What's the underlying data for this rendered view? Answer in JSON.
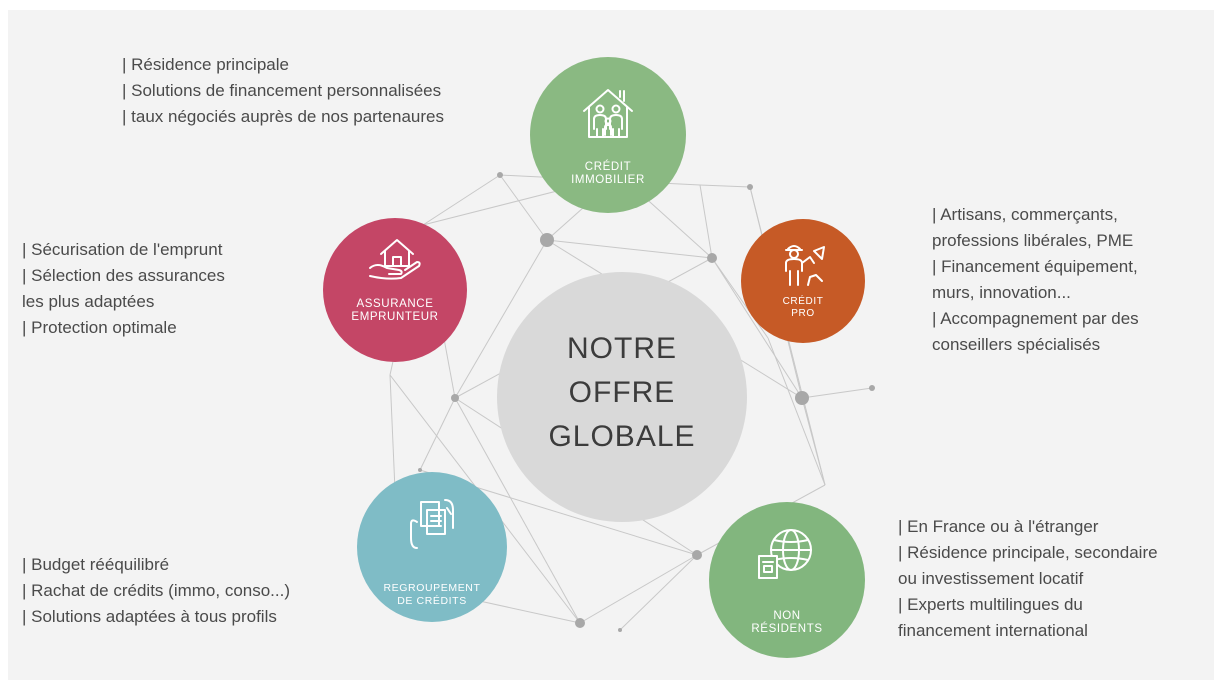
{
  "center": {
    "line1": "NOTRE",
    "line2": "OFFRE",
    "line3": "GLOBALE"
  },
  "colors": {
    "immobilier": "#8ab982",
    "assurance": "#c44666",
    "pro": "#c65a26",
    "regroupement": "#7fbcc6",
    "non_residents": "#82b67e",
    "center": "#d9d9d9",
    "text": "#4a4a4a"
  },
  "services": {
    "immobilier": {
      "icon": "house-family-icon",
      "label1": "CRÉDIT",
      "label2": "IMMOBILIER",
      "lines": [
        "| Résidence principale",
        "| Solutions de financement personnalisées",
        "| taux négociés auprès de nos partenaures"
      ]
    },
    "assurance": {
      "icon": "house-hand-icon",
      "label1": "ASSURANCE",
      "label2": "EMPRUNTEUR",
      "lines": [
        "| Sécurisation de l'emprunt",
        "| Sélection des assurances",
        "les plus adaptées",
        "| Protection optimale"
      ]
    },
    "pro": {
      "icon": "worker-icon",
      "label1": "CRÉDIT",
      "label2": "PRO",
      "lines": [
        "| Artisans, commerçants,",
        "professions libérales, PME",
        "| Financement équipement,",
        "murs, innovation...",
        "| Accompagnement par des",
        "conseillers spécialisés"
      ]
    },
    "regroupement": {
      "icon": "documents-hands-icon",
      "label1": "REGROUPEMENT",
      "label2": "DE CRÉDITS",
      "lines": [
        "| Budget rééquilibré",
        "| Rachat de crédits (immo, conso...)",
        "| Solutions adaptées à tous profils"
      ]
    },
    "non_residents": {
      "icon": "globe-icon",
      "label1": "NON",
      "label2": "RÉSIDENTS",
      "lines": [
        "| En France ou à l'étranger",
        "| Résidence principale, secondaire",
        "ou investissement locatif",
        "| Experts multilingues du",
        "financement international"
      ]
    }
  }
}
